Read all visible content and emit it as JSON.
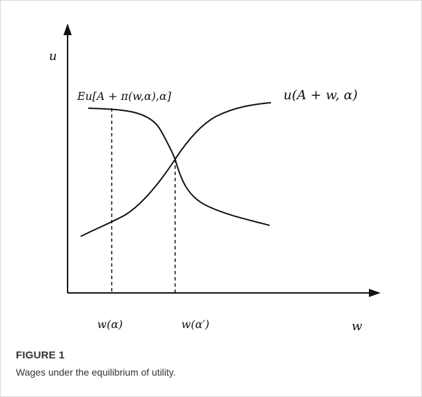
{
  "figure": {
    "caption_title": "FIGURE 1",
    "caption_text": "Wages under the equilibrium of utility."
  },
  "diagram": {
    "y_axis_label": "u",
    "x_axis_label": "w",
    "curve_decreasing_label": "Eu[A + π(w,α),α]",
    "curve_increasing_label": "u(A + w, α)",
    "marker_w_alpha_label": "w(α)",
    "marker_w_alpha_prime_label": "w(α′)"
  },
  "colors": {
    "line": "#111111",
    "frame": "#d9d9d9",
    "caption": "#333333"
  }
}
